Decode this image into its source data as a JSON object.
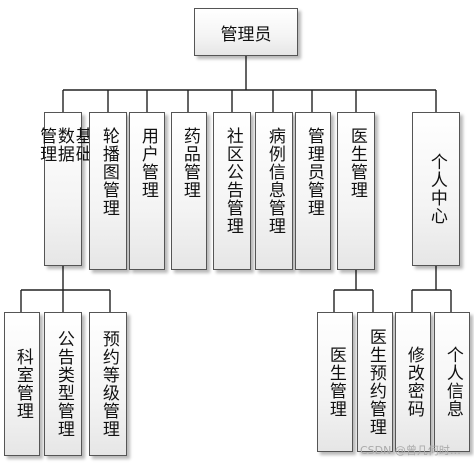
{
  "root": {
    "label": "管理员"
  },
  "level1": [
    {
      "id": "basic",
      "label": "基础\n数据\n管理"
    },
    {
      "id": "carousel",
      "label": "轮播图管理"
    },
    {
      "id": "user",
      "label": "用户管理"
    },
    {
      "id": "drug",
      "label": "药品管理"
    },
    {
      "id": "announcement",
      "label": "社区公告管理"
    },
    {
      "id": "case",
      "label": "病例信息管理"
    },
    {
      "id": "admin",
      "label": "管理员管理"
    },
    {
      "id": "doctor",
      "label": "医生管理"
    },
    {
      "id": "personal",
      "label": "个人中心"
    }
  ],
  "level2_basic": [
    {
      "id": "dept",
      "label": "科室管理"
    },
    {
      "id": "announcement-type",
      "label": "公告类型管理"
    },
    {
      "id": "appointment-level",
      "label": "预约等级管理"
    }
  ],
  "level2_doctor": [
    {
      "id": "doctor-mgmt",
      "label": "医生管理"
    },
    {
      "id": "doctor-appointment",
      "label": "医生预约管理"
    }
  ],
  "level2_personal": [
    {
      "id": "change-password",
      "label": "修改密码"
    },
    {
      "id": "personal-info",
      "label": "个人信息"
    }
  ],
  "watermark": "CSDN @曾几何时…"
}
